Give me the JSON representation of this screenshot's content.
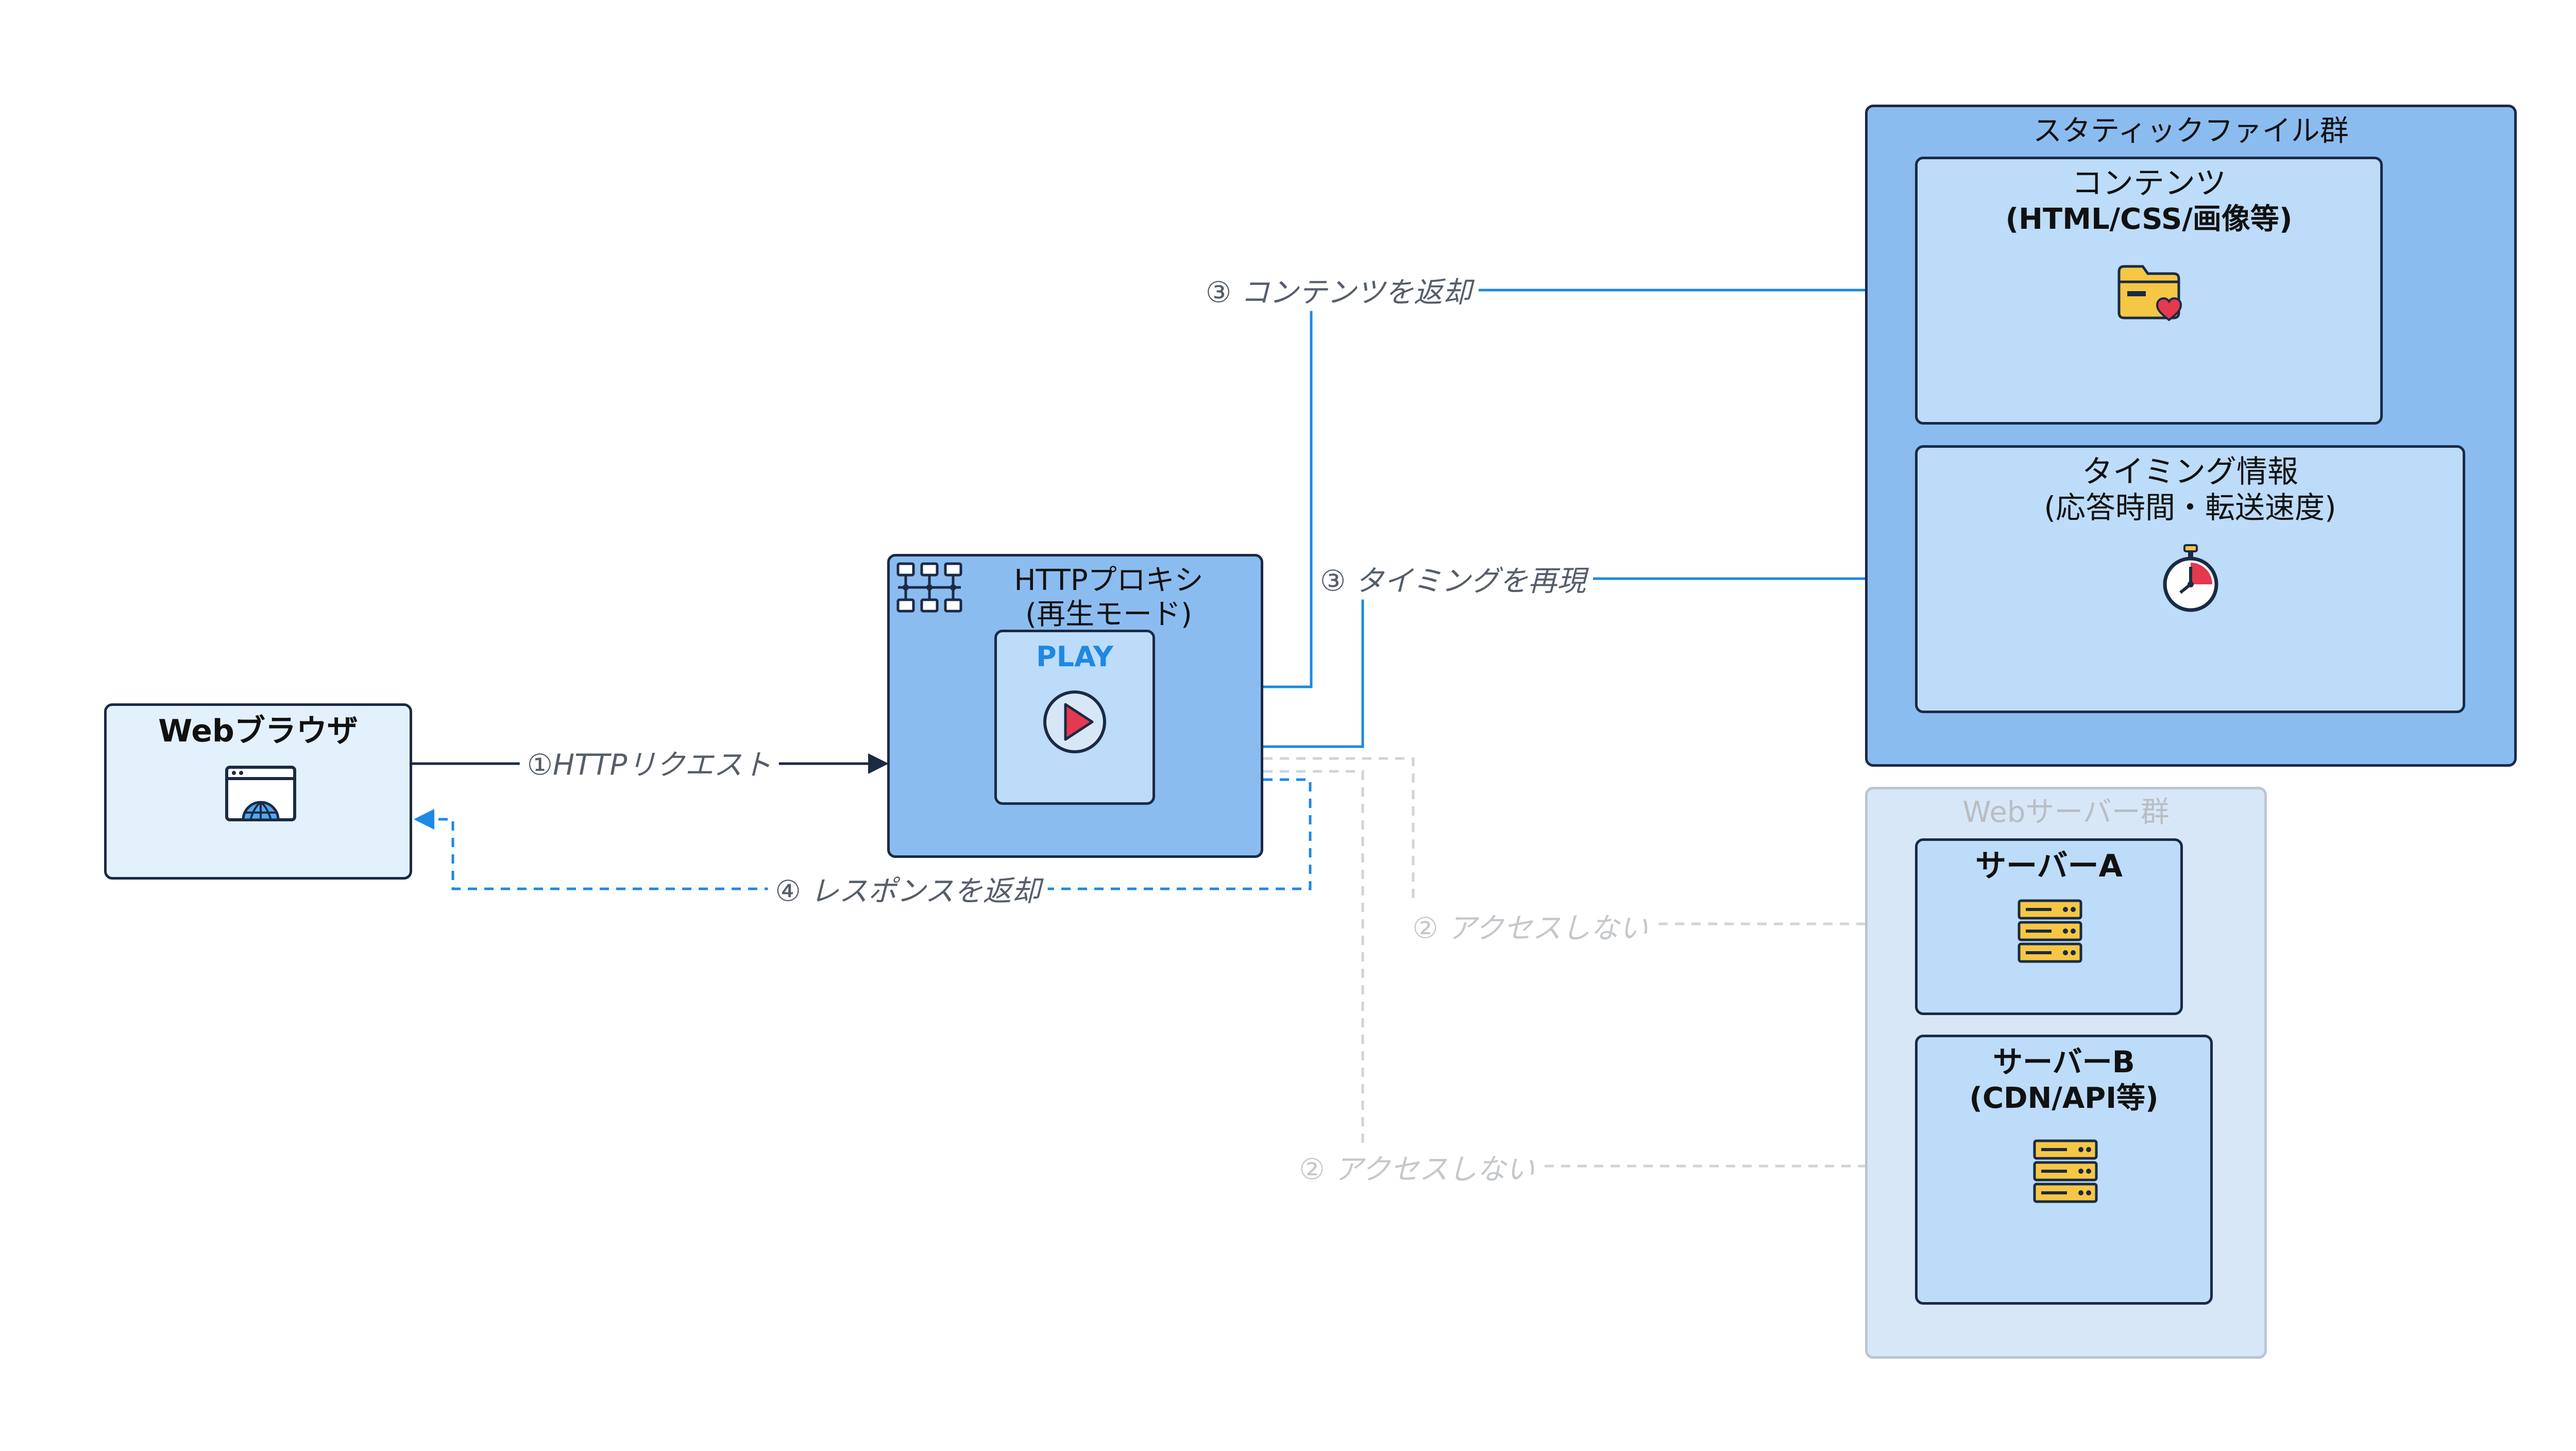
{
  "nodes": {
    "browser": {
      "title": "Webブラウザ"
    },
    "proxy": {
      "title_line1": "HTTPプロキシ",
      "title_line2": "(再生モード)",
      "play_label": "PLAY"
    },
    "static_group": {
      "title": "スタティックファイル群"
    },
    "contents": {
      "title_line1": "コンテンツ",
      "title_line2": "(HTML/CSS/画像等)"
    },
    "timing": {
      "title_line1": "タイミング情報",
      "title_line2": "(応答時間・転送速度)"
    },
    "web_group": {
      "title": "Webサーバー群"
    },
    "server_a": {
      "title": "サーバーA"
    },
    "server_b": {
      "title_line1": "サーバーB",
      "title_line2": "(CDN/API等)"
    }
  },
  "edges": {
    "request": "①HTTPリクエスト",
    "return_contents": "③ コンテンツを返却",
    "reproduce_timing": "③ タイミングを再現",
    "no_access_a": "② アクセスしない",
    "no_access_b": "② アクセスしない",
    "response": "④ レスポンスを返却"
  },
  "colors": {
    "primary_blue": "#1e88e5",
    "group_fill": "#8bbcf0",
    "inner_fill": "#bcdcf9",
    "browser_fill": "#e3f1fd",
    "web_group_fill": "#d7e7f8",
    "faint_gray": "#d0d3d7",
    "dark_border": "#1b2a44"
  },
  "icons": [
    "browser-globe-icon",
    "network-icon",
    "play-icon",
    "folder-heart-icon",
    "stopwatch-icon",
    "server-icon"
  ]
}
